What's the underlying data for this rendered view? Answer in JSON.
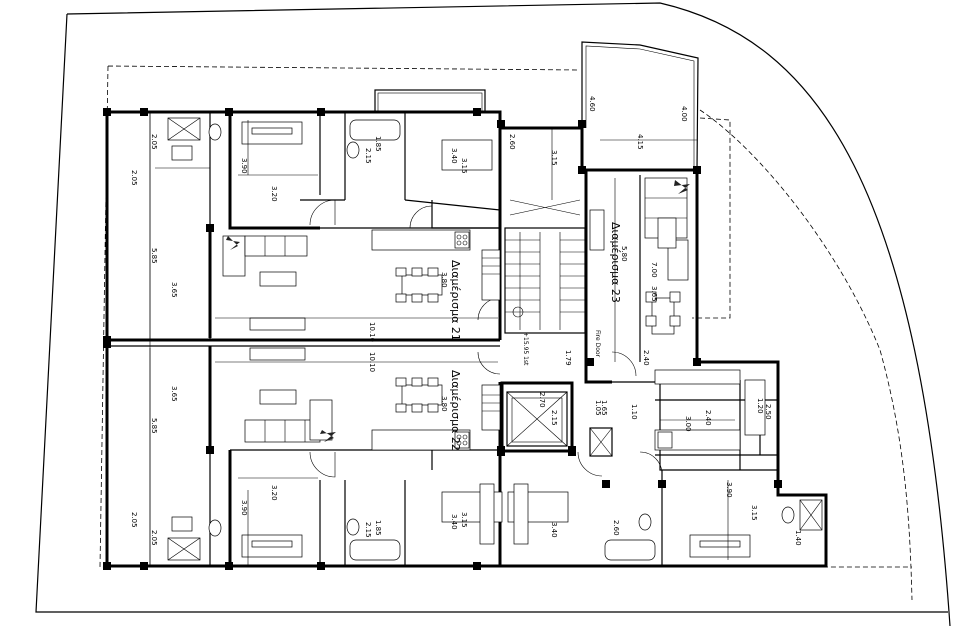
{
  "apartments": {
    "a21": "Διαμέρισμα 21",
    "a22": "Διαμέρισμα 22",
    "a23": "Διαμέρισμα 23"
  },
  "labels": {
    "fire_door": "Fire Door",
    "level": "+15.95 1st"
  },
  "dimensions": {
    "d205a": "2.05",
    "d205b": "2.05",
    "d205c": "2.05",
    "d205d": "2.05",
    "d585a": "5.85",
    "d585b": "5.85",
    "d365a": "3.65",
    "d365b": "3.65",
    "d365c": "3.65",
    "d1010a": "10.10",
    "d1010b": "10.10",
    "d390a": "3.90",
    "d390b": "3.90",
    "d390c": "3.90",
    "d320a": "3.20",
    "d320b": "3.20",
    "d185a": "1.85",
    "d185b": "1.85",
    "d215a": "2.15",
    "d215b": "2.15",
    "d215c": "2.15",
    "d340a": "3.40",
    "d340b": "3.40",
    "d340c": "3.40",
    "d315a": "3.15",
    "d315b": "3.15",
    "d315c": "3.15",
    "d315d": "3.15",
    "d380a": "3.80",
    "d380b": "3.80",
    "d260a": "2.60",
    "d260b": "2.60",
    "d460": "4.60",
    "d400": "4.00",
    "d415": "4.15",
    "d580": "5.80",
    "d700": "7.00",
    "d240a": "2.40",
    "d240b": "2.40",
    "d270": "2.70",
    "d165": "1.65",
    "d105": "1.05",
    "d110": "1.10",
    "d300": "3.00",
    "d179": "1.79",
    "d120": "1.20",
    "d250": "2.50",
    "d140": "1.40"
  },
  "icons": [
    "stair-icon",
    "plant-icon",
    "bed-icon",
    "bath-icon",
    "toilet-icon",
    "sofa-icon",
    "dining-table-icon",
    "kitchen-stove-icon",
    "elevator-icon"
  ]
}
